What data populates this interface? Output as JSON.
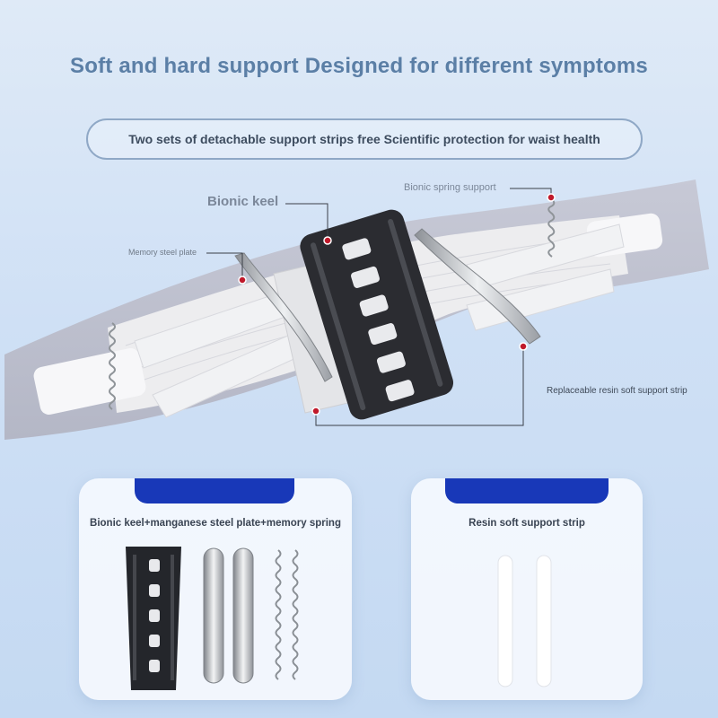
{
  "headline": "Soft and hard support Designed for different symptoms",
  "subtitle": "Two sets of detachable support strips free Scientific protection for waist health",
  "callouts": {
    "bionic_keel": "Bionic keel",
    "spring_support": "Bionic spring support",
    "memory_plate": "Memory steel plate",
    "resin_strip": "Replaceable resin soft support strip"
  },
  "cards": {
    "left_title": "Bionic keel+manganese steel plate+memory spring",
    "right_title": "Resin soft support strip"
  },
  "colors": {
    "accent_blue": "#1838b8",
    "callout_dot": "#c0192b",
    "headline": "#5b7fa6"
  }
}
